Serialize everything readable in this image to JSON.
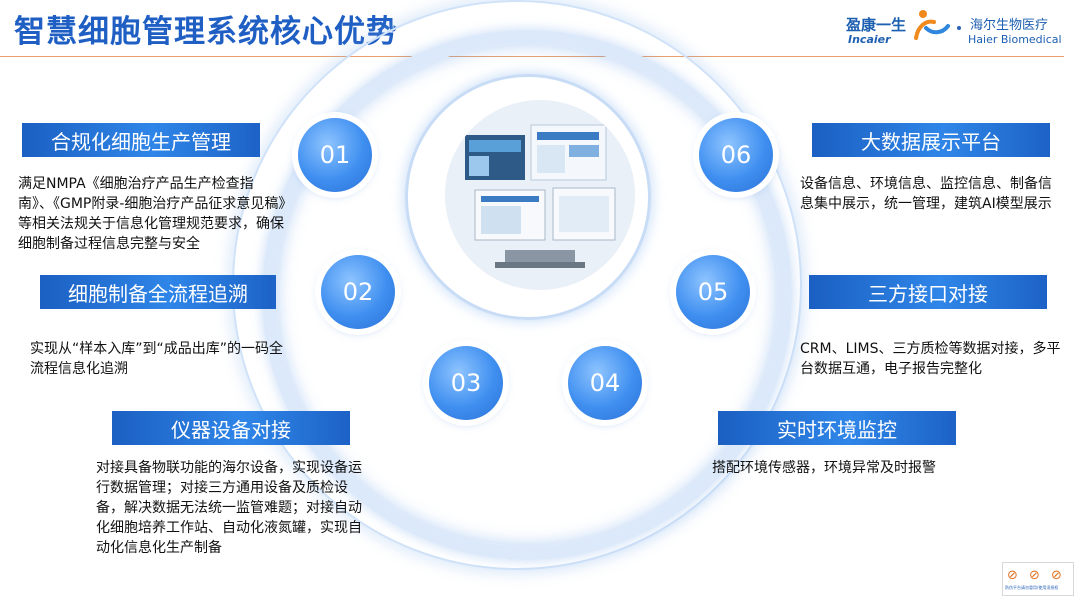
{
  "title": "智慧细胞管理系统核心优势",
  "logos": {
    "incaier_cn": "盈康一生",
    "incaier_en": "Incaier",
    "haier_cn": "海尔生物医疗",
    "haier_en": "Haier Biomedical"
  },
  "features": [
    {
      "num": "01",
      "label": "合规化细胞生产管理",
      "desc": "满足NMPA《细胞治疗产品生产检查指南》、《GMP附录-细胞治疗产品征求意见稿》等相关法规关于信息化管理规范要求，确保细胞制备过程信息完整与安全"
    },
    {
      "num": "02",
      "label": "细胞制备全流程追溯",
      "desc": "实现从“样本入库”到“成品出库”的一码全流程信息化追溯"
    },
    {
      "num": "03",
      "label": "仪器设备对接",
      "desc": "对接具备物联功能的海尔设备，实现设备运行数据管理；对接三方通用设备及质检设备，解决数据无法统一监管难题；对接自动化细胞培养工作站、自动化液氮罐，实现自动化信息化生产制备"
    },
    {
      "num": "04",
      "label": "实时环境监控",
      "desc": "搭配环境传感器，环境异常及时报警"
    },
    {
      "num": "05",
      "label": "三方接口对接",
      "desc": "CRM、LIMS、三方质检等数据对接，多平台数据互通，电子报告完整化"
    },
    {
      "num": "06",
      "label": "大数据展示平台",
      "desc": "设备信息、环境信息、监控信息、制备信息集中展示，统一管理，建筑AI模型展示"
    }
  ],
  "footer": {
    "text": "防伪平台请勿冒用/使用须授权"
  },
  "colors": {
    "accent": "#1f5fc4",
    "label_bg": "#2a74da",
    "rule": "#e8a070"
  }
}
